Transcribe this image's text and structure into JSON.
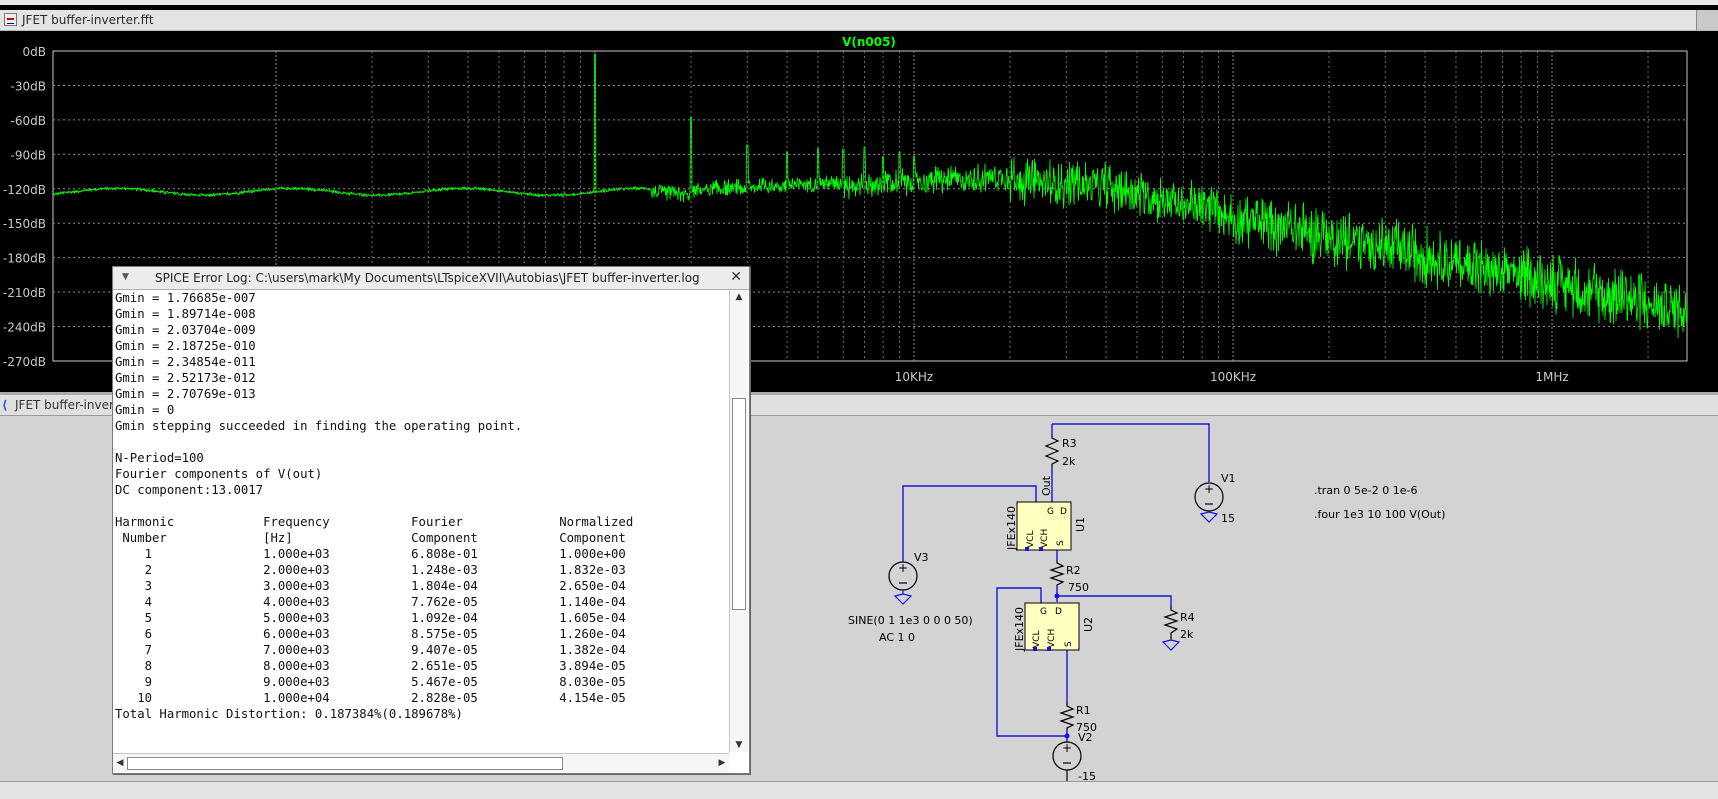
{
  "fft_window": {
    "title": "JFET buffer-inverter.fft",
    "trace_label": "V(n005)",
    "trace_color": "#00ff00",
    "label_color": "#c8c8c8",
    "grid_color": "#8a8a8a",
    "y_ticks": [
      "0dB",
      "-30dB",
      "-60dB",
      "-90dB",
      "-120dB",
      "-150dB",
      "-180dB",
      "-210dB",
      "-240dB",
      "-270dB"
    ],
    "x_ticks": [
      "10KHz",
      "100KHz",
      "1MHz"
    ]
  },
  "schematic_window": {
    "title": "JFET buffer-inverter",
    "wire_color": "#1515d8",
    "components": {
      "r3_name": "R3",
      "r3_value": "2k",
      "r2_name": "R2",
      "r2_value": "750",
      "r1_name": "R1",
      "r1_value": "750",
      "r4_name": "R4",
      "r4_value": "2k",
      "u1_name": "U1",
      "u2_name": "U2",
      "ic_part": "JFEx140",
      "pin_g": "G",
      "pin_d": "D",
      "pin_s": "S",
      "pin_vcl": "VCL",
      "pin_vch": "VCH",
      "out_label": "Out",
      "v1_name": "V1",
      "v1_value": "15",
      "v2_name": "V2",
      "v2_value": "-15",
      "v3_name": "V3",
      "v3_spec1": "SINE(0 1 1e3 0 0 0 50)",
      "v3_spec2": "AC 1 0"
    },
    "directives": [
      ".tran 0 5e-2 0 1e-6",
      ".four 1e3 10 100 V(Out)"
    ]
  },
  "log_dialog": {
    "title": "SPICE Error Log: C:\\users\\mark\\My Documents\\LTspiceXVII\\Autobias\\JFET buffer-inverter.log",
    "gmin_lines": [
      "Gmin = 1.76685e-007",
      "Gmin = 1.89714e-008",
      "Gmin = 2.03704e-009",
      "Gmin = 2.18725e-010",
      "Gmin = 2.34854e-011",
      "Gmin = 2.52173e-012",
      "Gmin = 2.70769e-013",
      "Gmin = 0"
    ],
    "gmin_result": "Gmin stepping succeeded in finding the operating point.",
    "n_period": "N-Period=100",
    "fourier_title": "Fourier components of V(out)",
    "dc_component": "DC component:13.0017",
    "headers": [
      "Harmonic",
      "Frequency",
      "Fourier",
      "Normalized"
    ],
    "subheaders": [
      "Number",
      "[Hz]",
      "Component",
      "Component"
    ],
    "rows": [
      [
        "1",
        "1.000e+03",
        "6.808e-01",
        "1.000e+00"
      ],
      [
        "2",
        "2.000e+03",
        "1.248e-03",
        "1.832e-03"
      ],
      [
        "3",
        "3.000e+03",
        "1.804e-04",
        "2.650e-04"
      ],
      [
        "4",
        "4.000e+03",
        "7.762e-05",
        "1.140e-04"
      ],
      [
        "5",
        "5.000e+03",
        "1.092e-04",
        "1.605e-04"
      ],
      [
        "6",
        "6.000e+03",
        "8.575e-05",
        "1.260e-04"
      ],
      [
        "7",
        "7.000e+03",
        "9.407e-05",
        "1.382e-04"
      ],
      [
        "8",
        "8.000e+03",
        "2.651e-05",
        "3.894e-05"
      ],
      [
        "9",
        "9.000e+03",
        "5.467e-05",
        "8.030e-05"
      ],
      [
        "10",
        "1.000e+04",
        "2.828e-05",
        "4.154e-05"
      ]
    ],
    "thd": "Total Harmonic Distortion: 0.187384%(0.189678%)"
  }
}
